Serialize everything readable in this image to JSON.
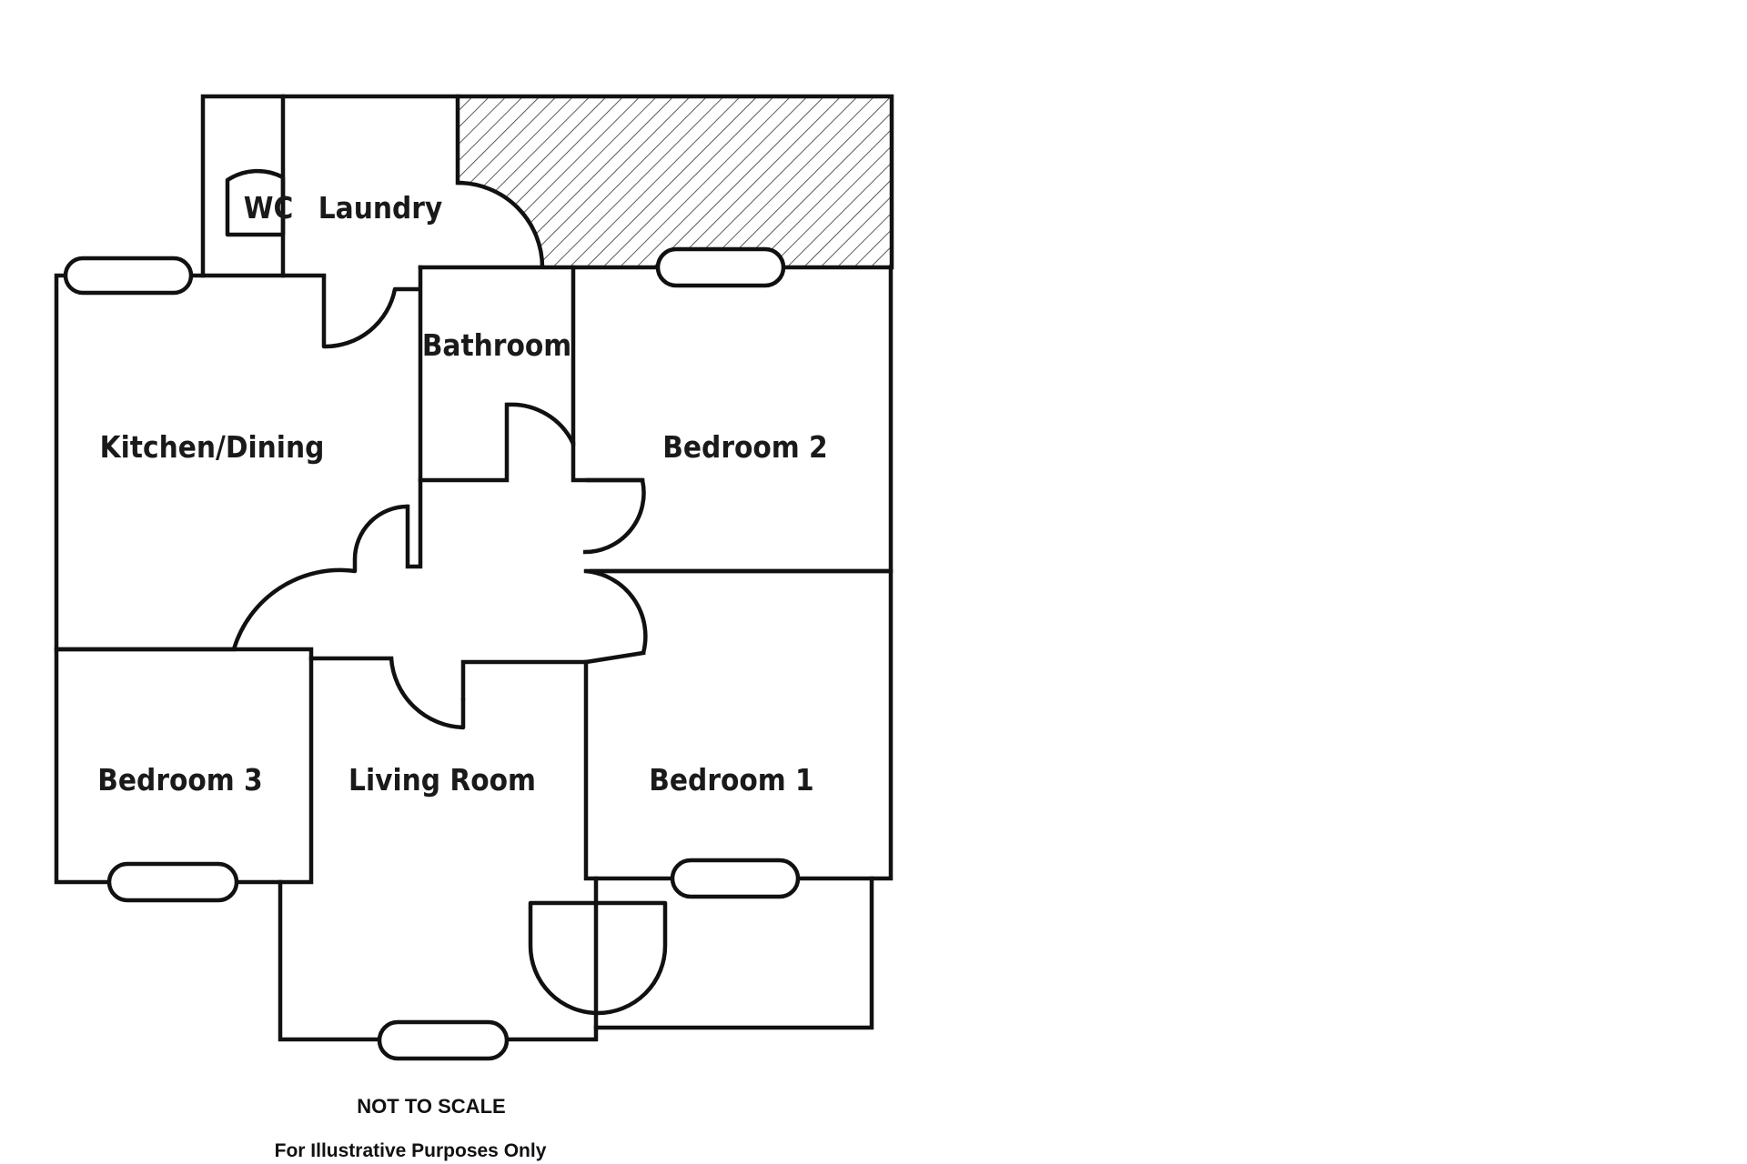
{
  "rooms": {
    "wc": "WC",
    "laundry": "Laundry",
    "bathroom": "Bathroom",
    "kitchen_dining": "Kitchen/Dining",
    "bedroom_2": "Bedroom 2",
    "bedroom_3": "Bedroom 3",
    "living_room": "Living Room",
    "bedroom_1": "Bedroom 1"
  },
  "notes": {
    "scale": "NOT TO SCALE",
    "disclaimer": "For Illustrative Purposes Only"
  },
  "colors": {
    "line": "#111111",
    "background": "#ffffff"
  }
}
